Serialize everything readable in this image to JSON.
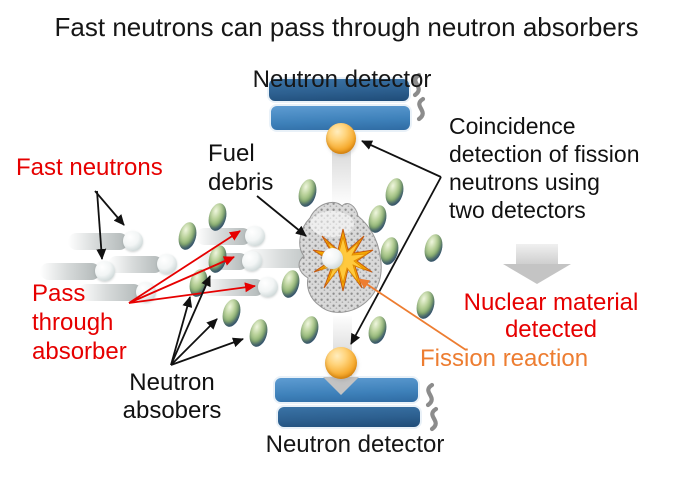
{
  "title": "Fast neutrons can pass through neutron absorbers",
  "detectors": {
    "top_label": "Neutron detector",
    "bottom_label": "Neutron detector"
  },
  "labels": {
    "fast_neutrons": "Fast neutrons",
    "fuel_debris": [
      "Fuel",
      "debris"
    ],
    "pass_through": [
      "Pass",
      "through",
      "absorber"
    ],
    "neutron_absorbers": [
      "Neutron",
      "absobers"
    ],
    "coincidence": [
      "Coincidence",
      "detection of fission",
      "neutrons using",
      "two detectors"
    ],
    "nuclear_material": [
      "Nuclear material",
      "detected"
    ],
    "fission_reaction": "Fission reaction"
  },
  "icons": {
    "detector_cable": "squiggle-cable-icon",
    "fission_burst": "starburst-icon",
    "result_arrow": "down-block-arrow-icon"
  },
  "colors": {
    "label_red": "#e60000",
    "label_orange": "#ed7d31",
    "detector_dark_blue": "#2d6090",
    "detector_light_blue": "#3e81ba",
    "absorber_green": "#8fb573",
    "absorber_navy_edge": "#2b4a6e",
    "neutron_gray": "#ccd6d6",
    "fission_gold": "#ffc000",
    "text_black": "#161616"
  }
}
